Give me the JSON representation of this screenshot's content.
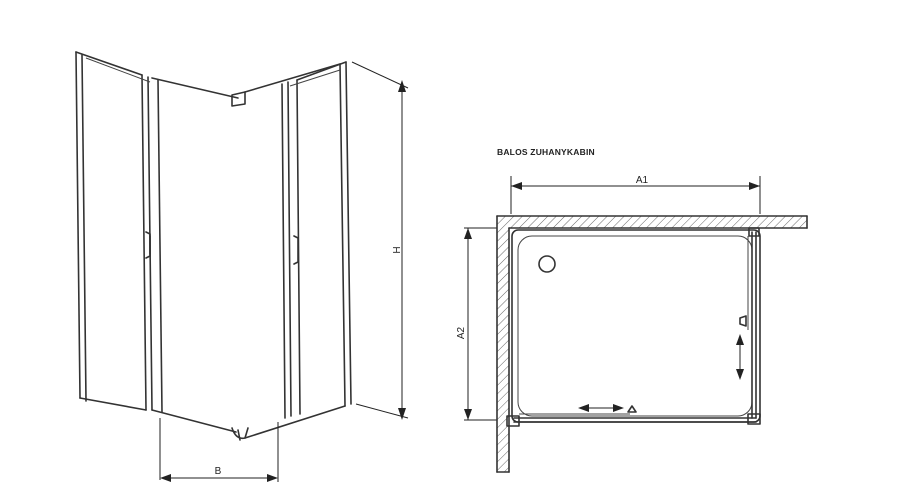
{
  "title": "BALOS ZUHANYKABIN",
  "dimensions": {
    "height": "H",
    "depth": "B",
    "width_top": "A1",
    "width_side": "A2"
  }
}
